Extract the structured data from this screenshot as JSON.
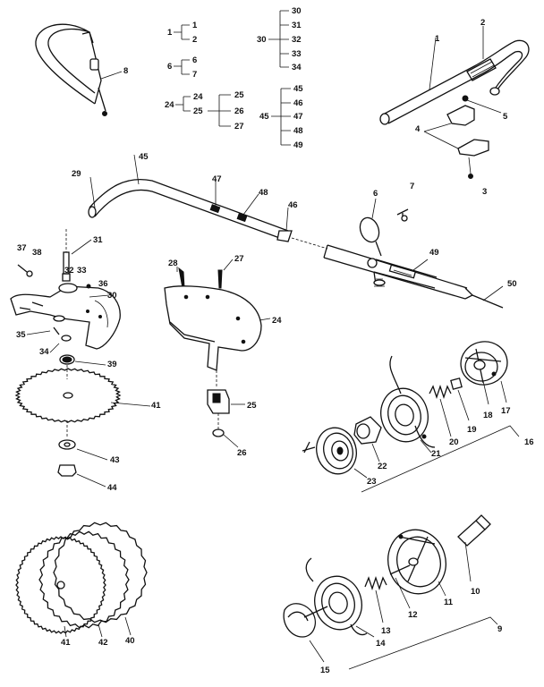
{
  "callouts": {
    "c1": "1",
    "c2": "2",
    "c3": "3",
    "c4": "4",
    "c5": "5",
    "c6": "6",
    "c7": "7",
    "c8": "8",
    "c9": "9",
    "c10": "10",
    "c11": "11",
    "c12": "12",
    "c13": "13",
    "c14": "14",
    "c15": "15",
    "c16": "16",
    "c17": "17",
    "c18": "18",
    "c19": "19",
    "c20": "20",
    "c21": "21",
    "c22": "22",
    "c23": "23",
    "c24": "24",
    "c25": "25",
    "c26": "26",
    "c27": "27",
    "c28": "28",
    "c29": "29",
    "c30": "30",
    "c31": "31",
    "c32": "32",
    "c33": "33",
    "c34": "34",
    "c35": "35",
    "c36": "36",
    "c37": "37",
    "c38": "38",
    "c39": "39",
    "c40": "40",
    "c41": "41",
    "c42": "42",
    "c43": "43",
    "c44": "44",
    "c45": "45",
    "c46": "46",
    "c47": "47",
    "c48": "48",
    "c49": "49",
    "c50": "50"
  },
  "colors": {
    "ink": "#111111",
    "paper": "#ffffff"
  }
}
